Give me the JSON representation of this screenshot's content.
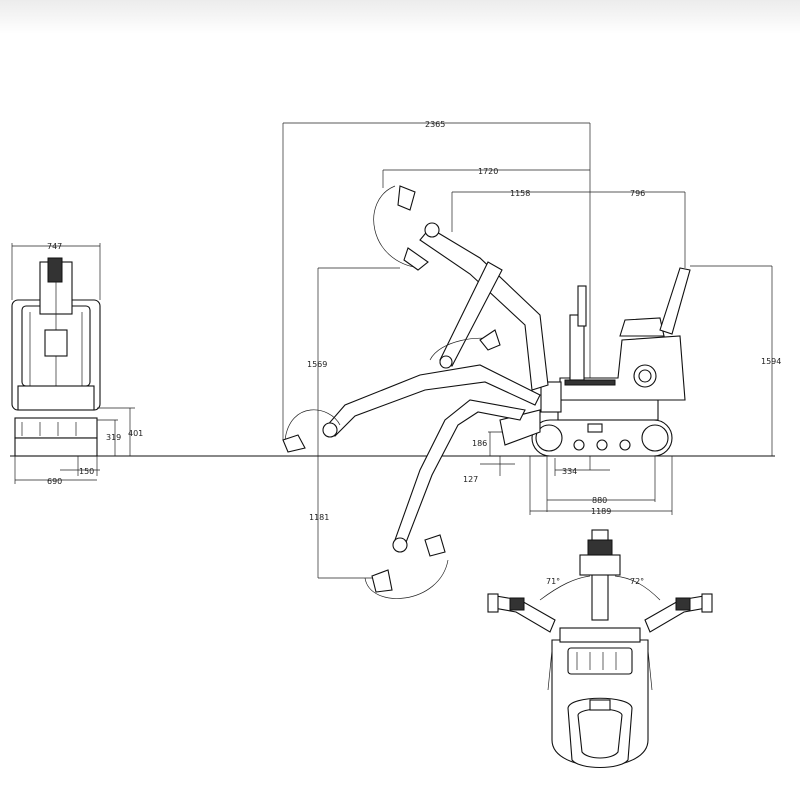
{
  "dimensions": {
    "front_width": "747",
    "front_track_width": "690",
    "front_blade_height": "319",
    "front_blade_lift": "401",
    "front_track_shoe": "150",
    "max_reach": "2365",
    "max_dump_reach": "1720",
    "boom_swing_reach": "1158",
    "tail_radius": "796",
    "max_dump_height": "1569",
    "overall_height": "1594",
    "max_dig_depth": "1181",
    "blade_lift_height": "186",
    "blade_dig_depth": "127",
    "ground_clearance": "334",
    "track_center_length": "880",
    "track_length": "1189"
  },
  "top_view": {
    "left_swing_angle": "71°",
    "right_swing_angle": "72°"
  },
  "colors": {
    "line": "#111111",
    "background": "#ffffff"
  }
}
